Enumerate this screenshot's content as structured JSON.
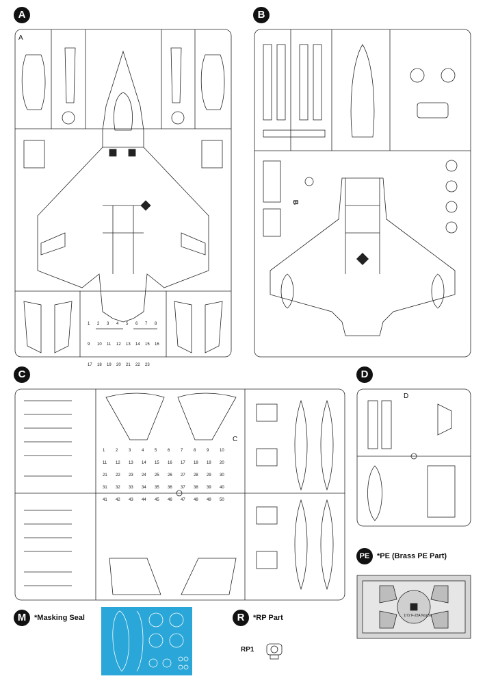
{
  "sprues": {
    "A": {
      "badge": "A",
      "frame_tag": "A"
    },
    "B": {
      "badge": "B",
      "frame_tag": "B"
    },
    "C": {
      "badge": "C",
      "frame_tag": "C"
    },
    "D": {
      "badge": "D",
      "frame_tag": "D"
    }
  },
  "pe": {
    "badge": "PE",
    "caption": "*PE (Brass PE Part)",
    "fret_label": "1/72 F-22A Nozzle"
  },
  "masking": {
    "badge": "M",
    "caption": "*Masking Seal",
    "color": "#2aa7d8"
  },
  "rp": {
    "badge": "R",
    "caption": "*RP Part",
    "part_label": "RP1"
  },
  "sprue_a_numbers": [
    "1",
    "2",
    "3",
    "4",
    "5",
    "6",
    "7",
    "8",
    "9",
    "10",
    "11",
    "12",
    "13",
    "14",
    "15",
    "16",
    "17",
    "18",
    "19",
    "20",
    "21",
    "22",
    "23"
  ],
  "sprue_c_numbers": [
    "1",
    "2",
    "3",
    "4",
    "5",
    "6",
    "7",
    "8",
    "9",
    "10",
    "11",
    "12",
    "13",
    "14",
    "15",
    "16",
    "17",
    "18",
    "19",
    "20",
    "21",
    "22",
    "23",
    "24",
    "25",
    "26",
    "27",
    "28",
    "29",
    "30",
    "31",
    "32",
    "33",
    "34",
    "35",
    "36",
    "37",
    "38",
    "39",
    "40",
    "41",
    "42",
    "43",
    "44",
    "45",
    "46",
    "47",
    "48",
    "49",
    "50"
  ]
}
